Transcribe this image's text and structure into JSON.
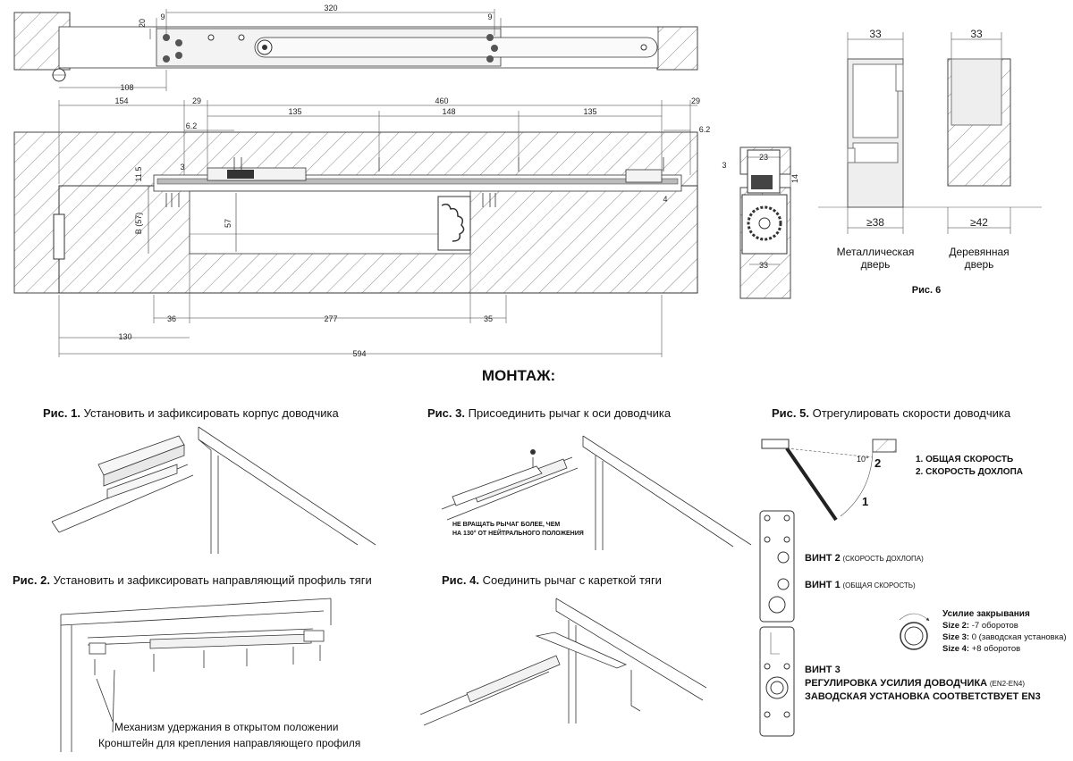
{
  "drawing": {
    "top_dims": {
      "d320": "320",
      "d9a": "9",
      "d9b": "9",
      "d20": "20",
      "d108": "108"
    },
    "main_dims": {
      "d154": "154",
      "d29a": "29",
      "d460": "460",
      "d29b": "29",
      "d62a": "6.2",
      "d135a": "135",
      "d148": "148",
      "d135b": "135",
      "d62b": "6.2",
      "d3a": "3",
      "d115": "11.5",
      "dB57": "B (57)",
      "d57": "57",
      "d4": "4",
      "d3b": "3",
      "d36": "36",
      "d277": "277",
      "d35": "35",
      "d130": "130",
      "d594": "594"
    },
    "side_dims": {
      "d23": "23",
      "d14": "14",
      "d33": "33"
    },
    "fig6": {
      "w1": "33",
      "w2": "33",
      "min1": "≥38",
      "min2": "≥42",
      "label1_line1": "Металлическая",
      "label1_line2": "дверь",
      "label2_line1": "Деревянная",
      "label2_line2": "дверь",
      "caption": "Рис. 6"
    }
  },
  "mount_title": "МОНТАЖ:",
  "fig1": {
    "num": "Рис. 1.",
    "text": "Установить и зафиксировать корпус доводчика"
  },
  "fig2": {
    "num": "Рис. 2.",
    "text": "Установить и зафиксировать направляющий профиль тяги",
    "note1": "Механизм удержания в открытом положении",
    "note2": "Кронштейн для крепления направляющего профиля"
  },
  "fig3": {
    "num": "Рис. 3.",
    "text": "Присоединить рычаг к оси доводчика",
    "warn1": "НЕ ВРАЩАТЬ РЫЧАГ БОЛЕЕ, ЧЕМ",
    "warn2": "НА 130° ОТ НЕЙТРАЛЬНОГО ПОЛОЖЕНИЯ"
  },
  "fig4": {
    "num": "Рис. 4.",
    "text": "Соединить рычаг с кареткой тяги"
  },
  "fig5": {
    "num": "Рис. 5.",
    "text": "Отрегулировать скорости доводчика",
    "angle": "10°",
    "mark2": "2",
    "mark1": "1",
    "speed1": "1. ОБЩАЯ СКОРОСТЬ",
    "speed2": "2. СКОРОСТЬ ДОХЛОПА",
    "screw2": "ВИНТ 2",
    "screw2_note": "(СКОРОСТЬ ДОХЛОПА)",
    "screw1": "ВИНТ 1",
    "screw1_note": "(ОБЩАЯ СКОРОСТЬ)",
    "force_title": "Усилие закрывания",
    "size2_label": "Size 2:",
    "size2_val": "-7 оборотов",
    "size3_label": "Size 3:",
    "size3_val": "0 (заводская установка)",
    "size4_label": "Size 4:",
    "size4_val": "+8 оборотов",
    "screw3": "ВИНТ 3",
    "screw3_line1": "РЕГУЛИРОВКА УСИЛИЯ ДОВОДЧИКА",
    "screw3_line1_note": "(EN2-EN4)",
    "screw3_line2": "ЗАВОДСКАЯ УСТАНОВКА СООТВЕТСТВУЕТ EN3"
  }
}
